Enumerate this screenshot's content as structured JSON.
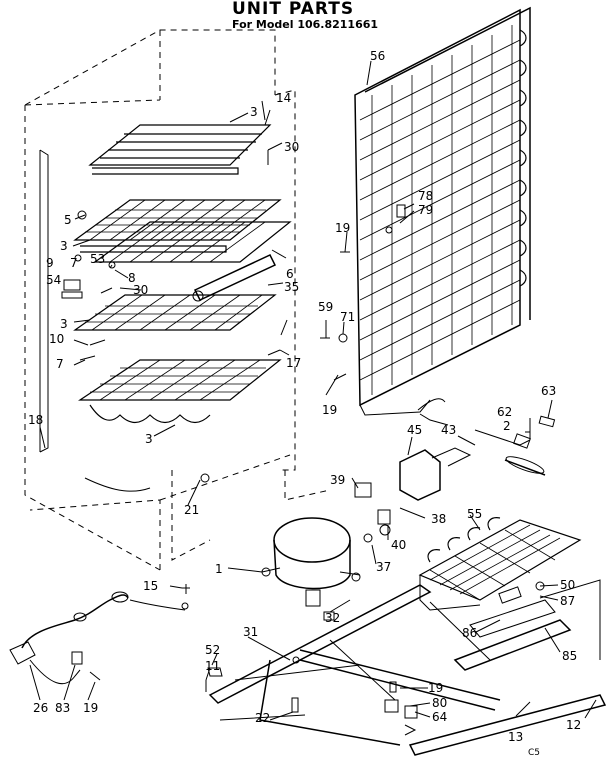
{
  "title": "UNIT PARTS",
  "subtitle": "For Model 106.8211661",
  "corner_code": "C5",
  "labels": {
    "p14": "14",
    "p3a": "3",
    "p30a": "30",
    "p56": "56",
    "p5": "5",
    "p78": "78",
    "p79": "79",
    "p19a": "19",
    "p3b": "3",
    "p9": "9",
    "p53": "53",
    "p7a": "7",
    "p8": "8",
    "p6": "6",
    "p54": "54",
    "p35": "35",
    "p30b": "30",
    "p59": "59",
    "p71": "71",
    "p3c": "3",
    "p10": "10",
    "p7b": "7",
    "p17": "17",
    "p19b": "19",
    "p63": "63",
    "p62": "62",
    "p2": "2",
    "p18": "18",
    "p45": "45",
    "p43": "43",
    "p3d": "3",
    "p39": "39",
    "p21": "21",
    "p38": "38",
    "p55": "55",
    "p40": "40",
    "p1": "1",
    "p37": "37",
    "p15": "15",
    "p50": "50",
    "p87": "87",
    "p32": "32",
    "p86": "86",
    "p31": "31",
    "p85": "85",
    "p52": "52",
    "p11": "11",
    "p19c": "19",
    "p80": "80",
    "p22": "22",
    "p64": "64",
    "p12": "12",
    "p26": "26",
    "p83": "83",
    "p19d": "19",
    "p13": "13"
  }
}
